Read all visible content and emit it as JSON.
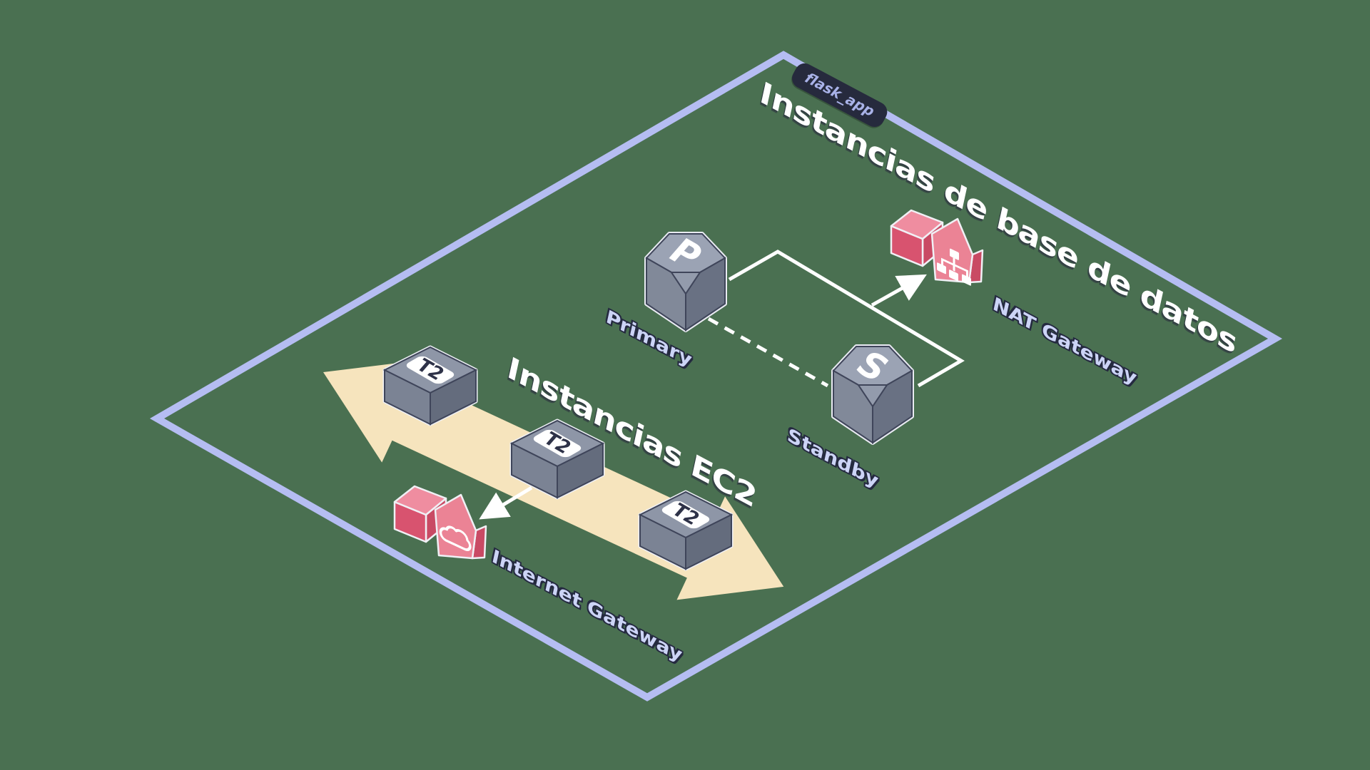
{
  "scene": {
    "background_color": "#4a7051",
    "vpc_border_color": "#b5bdf2",
    "band_color": "#f6e4bd",
    "connector_color": "#ffffff",
    "gateway_red": "#eb8395",
    "gateway_red_dark": "#d8536f",
    "cube_gray_top": "#9ba3b4",
    "title_color": "#ffffff",
    "label_color": "#ccd4f6"
  },
  "tag": {
    "label": "flask_app"
  },
  "titles": {
    "database": "Instancias de base de datos",
    "ec2": "Instancias EC2"
  },
  "nodes": {
    "primary": {
      "label": "Primary",
      "letter": "P"
    },
    "standby": {
      "label": "Standby",
      "letter": "S"
    },
    "nat_gateway": {
      "label": "NAT Gateway"
    },
    "internet_gateway": {
      "label": "Internet Gateway"
    },
    "ec2_instance_letter": "T2"
  },
  "edges": [
    {
      "from": "primary",
      "to": "nat-gateway",
      "style": "solid-arrow"
    },
    {
      "from": "primary",
      "to": "standby",
      "style": "dashed"
    },
    {
      "from": "ec2-instance-2",
      "to": "internet-gateway",
      "style": "solid-arrow"
    },
    {
      "name": "ec2-traffic-band",
      "style": "double-headed-band"
    }
  ]
}
